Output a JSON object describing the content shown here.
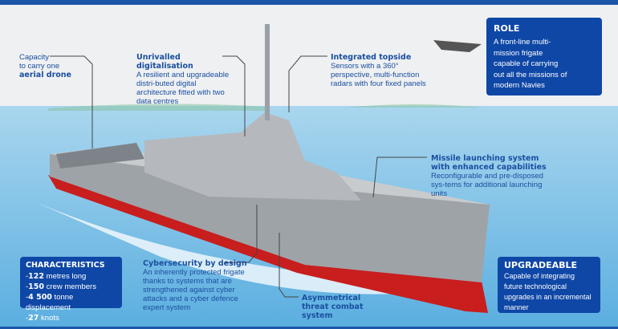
{
  "labels": {
    "drone": {
      "line1": "Capacity",
      "line2": "to carry one",
      "bold": "aerial drone"
    },
    "digital": {
      "title": "Unrivalled digitalisation",
      "text": "A resilient and upgradeable distri-buted digital architecture fitted with two data centres"
    },
    "topside": {
      "title": "Integrated topside",
      "text": "Sensors with a 360° perspective, multi-function radars with four fixed panels"
    },
    "missile": {
      "title": "Missile launching system with enhanced capabilities",
      "text": "Reconfigurable and pre-disposed sys-tems for additional launching units"
    },
    "cyber": {
      "title": "Cybersecurity by design",
      "text": "An inherently protected frigate thanks to systems that are strengthened against cyber attacks and a cyber defence expert system"
    },
    "asym": {
      "title": "Asymmetrical threat combat system"
    }
  },
  "role": {
    "title": "ROLE",
    "text": "A front-line multi-mission frigate capable of carrying out all the missions of modern Navies"
  },
  "characteristics": {
    "title": "CHARACTERISTICS",
    "items": [
      {
        "value": "122",
        "text": " metres long"
      },
      {
        "value": "150",
        "text": " crew members"
      },
      {
        "value": "4 500",
        "text": " tonne displacement"
      },
      {
        "value": "27",
        "text": " knots"
      }
    ]
  },
  "upgradeable": {
    "title": "UPGRADEABLE",
    "text": "Capable of integrating future technological upgrades in an incremental manner"
  },
  "colors": {
    "brand": "#0f47a6",
    "sea": "#6fb8e0",
    "hull": "#c81e1e"
  }
}
